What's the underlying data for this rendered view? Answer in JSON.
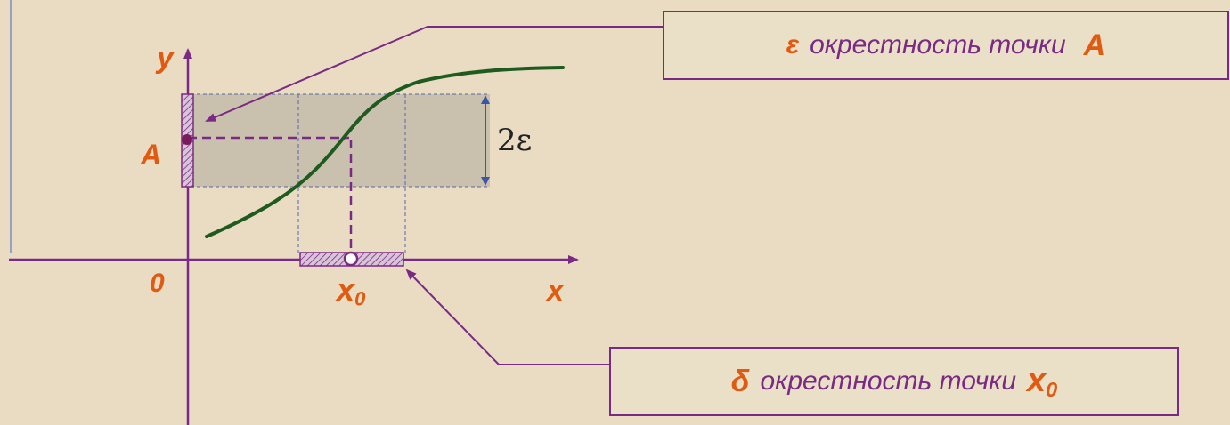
{
  "axes": {
    "x_label": "x",
    "y_label": "y",
    "origin_label": "0",
    "point_A_label": "A",
    "x0_main": "x",
    "x0_sub": "0",
    "two_epsilon": "2ε"
  },
  "callouts": {
    "epsilon": {
      "symbol": "ε",
      "text": "окрестность точки",
      "target": "A"
    },
    "delta": {
      "symbol": "δ",
      "text": "окрестность точки",
      "target_main": "x",
      "target_sub": "0"
    }
  },
  "colors": {
    "background": "#e9dcc3",
    "axis": "#7a2a84",
    "curve": "#1f5a1f",
    "band": "#a59e95",
    "label": "#e05a12",
    "bracket": "#3b55a8"
  }
}
